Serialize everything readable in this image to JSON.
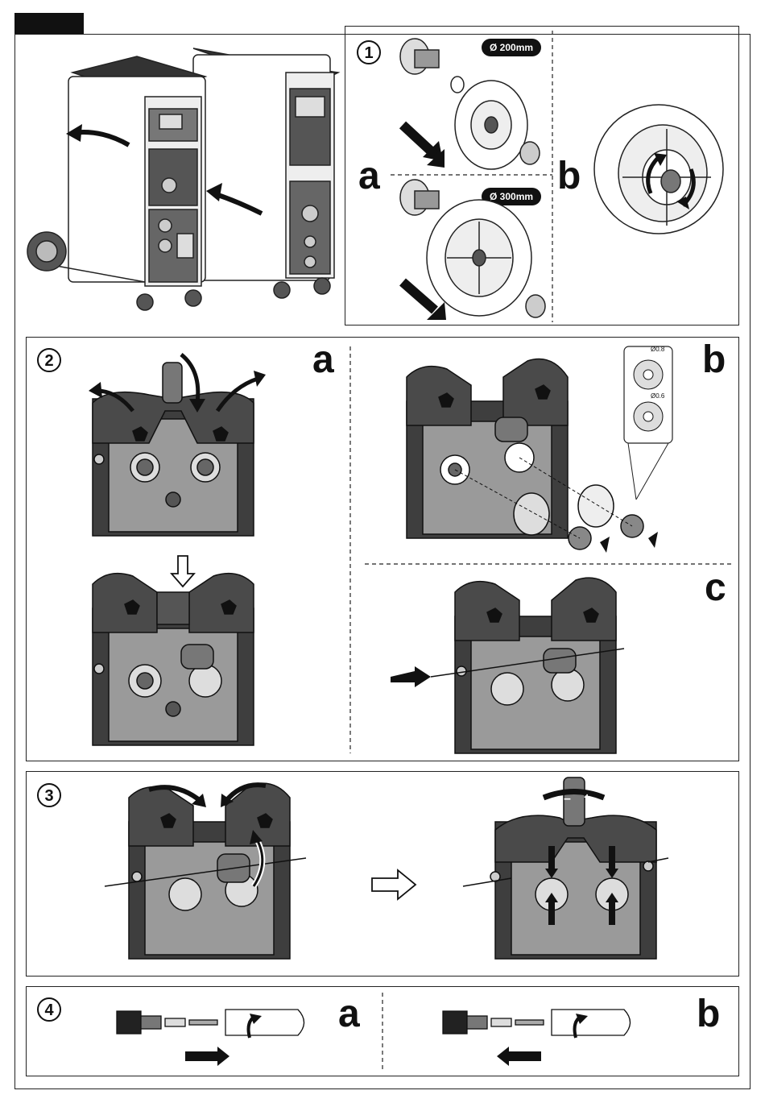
{
  "step1": {
    "number": "1",
    "sub_a": "a",
    "sub_b": "b",
    "pill_200": "Ø 200mm",
    "pill_300": "Ø 300mm"
  },
  "step2": {
    "number": "2",
    "sub_a": "a",
    "sub_b": "b",
    "sub_c": "c",
    "roller_dims": [
      "Ø0.8",
      "Ø0.6"
    ]
  },
  "step3": {
    "number": "3"
  },
  "step4": {
    "number": "4",
    "sub_a": "a",
    "sub_b": "b"
  },
  "colors": {
    "ink": "#111111",
    "housing": "#4a4a4a",
    "housing_light": "#8a8a8a",
    "plate": "#9a9a9a",
    "paper": "#ffffff"
  }
}
